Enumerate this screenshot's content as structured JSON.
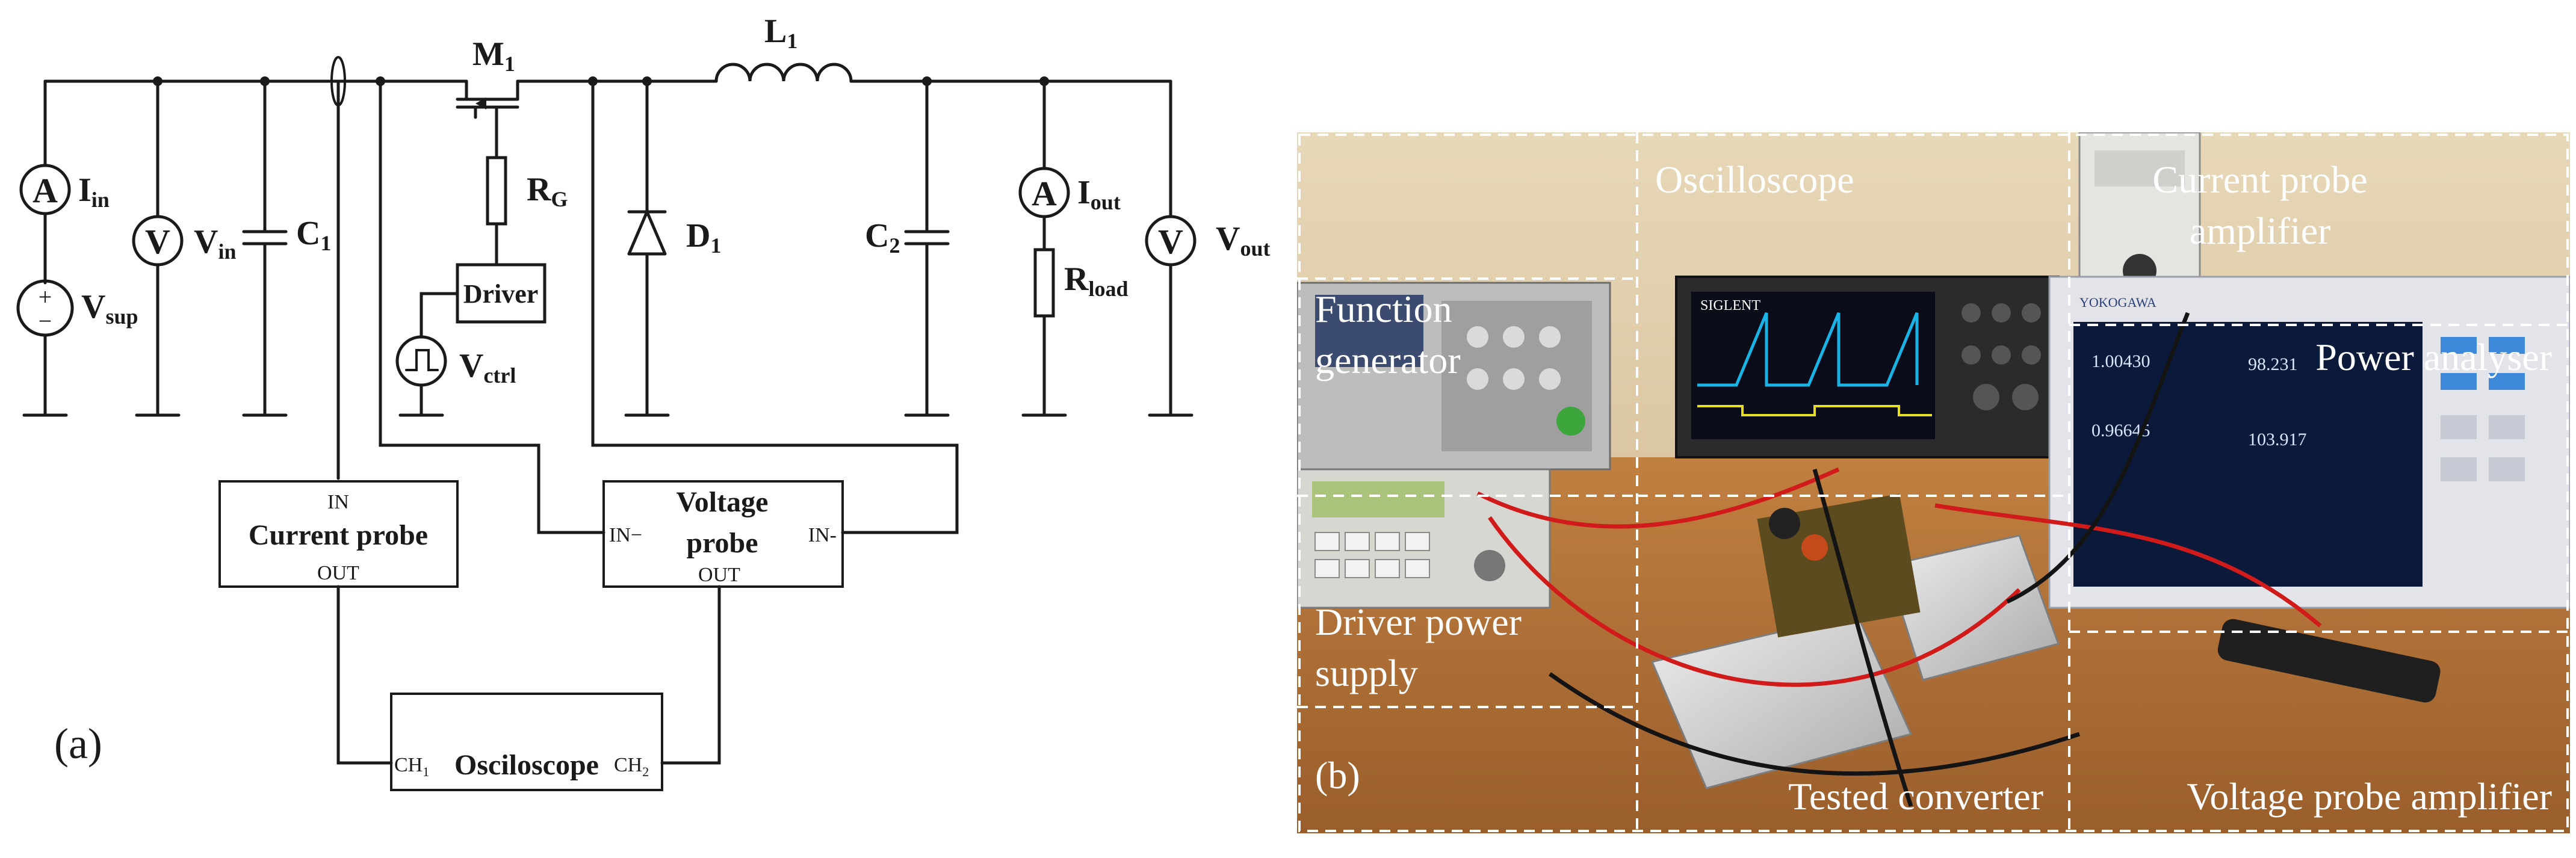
{
  "panel_a": {
    "letter": "(a)",
    "components": {
      "m1": {
        "main": "M",
        "sub": "1"
      },
      "l1": {
        "main": "L",
        "sub": "1"
      },
      "iin": {
        "main": "I",
        "sub": "in"
      },
      "vin": {
        "main": "V",
        "sub": "in"
      },
      "vsup": {
        "main": "V",
        "sub": "sup"
      },
      "c1": {
        "main": "C",
        "sub": "1"
      },
      "rg": {
        "main": "R",
        "sub": "G"
      },
      "driver": "Driver",
      "vctrl": {
        "main": "V",
        "sub": "ctrl"
      },
      "d1": {
        "main": "D",
        "sub": "1"
      },
      "c2": {
        "main": "C",
        "sub": "2"
      },
      "iout": {
        "main": "I",
        "sub": "out"
      },
      "rload": {
        "main": "R",
        "sub": "load"
      },
      "vout": {
        "main": "V",
        "sub": "out"
      }
    },
    "meter_symbols": {
      "ammeter": "A",
      "voltmeter": "V",
      "plus": "+",
      "minus": "−"
    },
    "current_probe": {
      "title": "Current probe",
      "in": "IN",
      "out": "OUT"
    },
    "voltage_probe": {
      "title_line1": "Voltage",
      "title_line2": "probe",
      "in_minus": "IN−",
      "in_plus": "IN-",
      "out": "OUT"
    },
    "oscilloscope": {
      "title": "Osciloscope",
      "ch1": {
        "main": "CH",
        "sub": "1"
      },
      "ch2": {
        "main": "CH",
        "sub": "2"
      }
    }
  },
  "panel_b": {
    "letter": "(b)",
    "regions": {
      "oscilloscope": "Oscilloscope",
      "current_probe_amp_1": "Current probe",
      "current_probe_amp_2": "amplifier",
      "function_gen_1": "Function",
      "function_gen_2": "generator",
      "power_analyser": "Power analyser",
      "driver_supply_1": "Driver power",
      "driver_supply_2": "supply",
      "tested_converter": "Tested converter",
      "voltage_probe_amp": "Voltage probe amplifier"
    },
    "screen": {
      "brand1": "SIGLENT",
      "brand2": "YOKOGAWA",
      "p1": "1.00430",
      "p2": "0.96645",
      "p3": "98.231",
      "p4": "103.917"
    },
    "colors": {
      "bench": "#b9793d",
      "wall": "#d8c39e",
      "dashed": "#ffffff"
    }
  }
}
